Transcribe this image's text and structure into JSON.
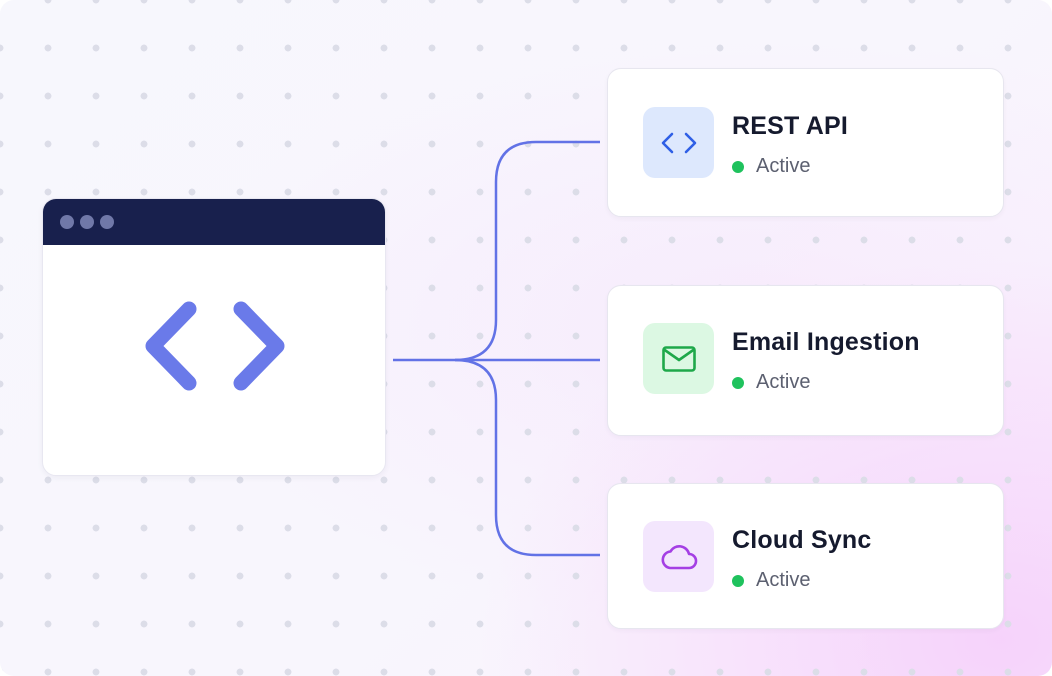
{
  "diagram": {
    "source": {
      "dots": 3,
      "icon": "code-brackets-icon"
    },
    "integrations": [
      {
        "title": "REST API",
        "status": "Active",
        "icon": "code-icon",
        "icon_color": "#2f5fe6",
        "icon_bg": "#dde8fd"
      },
      {
        "title": "Email Ingestion",
        "status": "Active",
        "icon": "mail-icon",
        "icon_color": "#1ea84a",
        "icon_bg": "#dcf8e3"
      },
      {
        "title": "Cloud Sync",
        "status": "Active",
        "icon": "cloud-icon",
        "icon_color": "#a43fe4",
        "icon_bg": "#f3e6fd"
      }
    ],
    "colors": {
      "connector": "#6272e6",
      "source_glyph": "#6a7ae9",
      "browser_bar": "#18204d",
      "status_active": "#1fc25d"
    }
  }
}
